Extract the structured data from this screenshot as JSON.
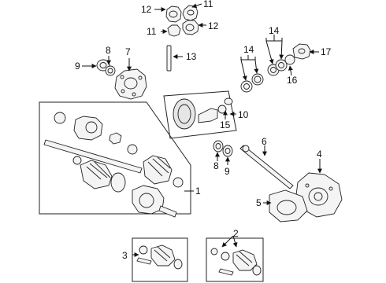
{
  "callouts": {
    "c1": "1",
    "c2": "2",
    "c3": "3",
    "c4": "4",
    "c5": "5",
    "c6": "6",
    "c7": "7",
    "c8a": "8",
    "c8b": "8",
    "c9a": "9",
    "c9b": "9",
    "c10": "10",
    "c11a": "11",
    "c11b": "11",
    "c12a": "12",
    "c12b": "12",
    "c13": "13",
    "c14a": "14",
    "c14b": "14",
    "c15": "15",
    "c16": "16",
    "c17": "17"
  },
  "colors": {
    "line": "#222222",
    "fill": "#f4f4f4",
    "background": "#ffffff"
  }
}
